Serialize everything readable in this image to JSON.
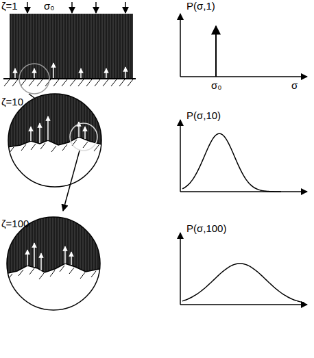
{
  "diagram": {
    "labels": [
      "ζ=1",
      "σ₀",
      "P(σ,1)",
      "σ₀",
      "σ",
      "ζ=10",
      "P(σ,10)",
      "ζ=100",
      "P(σ,100)"
    ]
  }
}
